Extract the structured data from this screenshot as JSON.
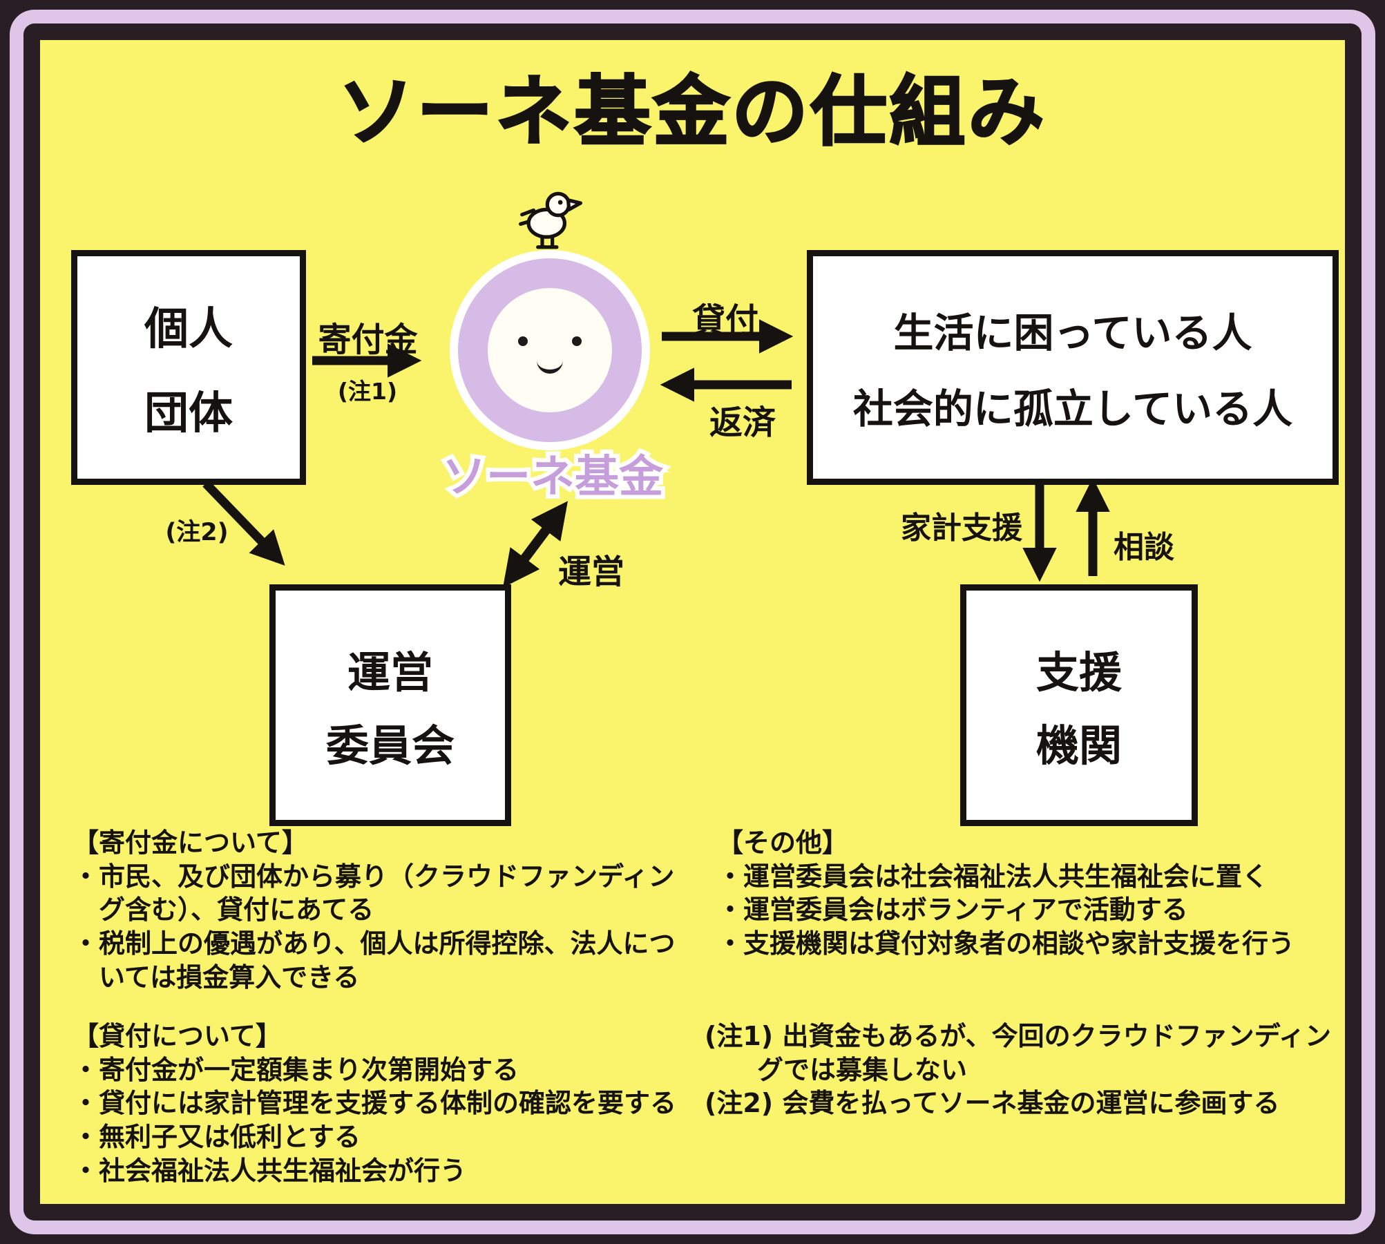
{
  "page": {
    "title": "ソーネ基金の仕組み"
  },
  "colors": {
    "background": "#F9F46C",
    "outer_frame": "#281E24",
    "inner_frame": "#DFC6E8",
    "mascot_ring": "#D7BBE7",
    "fund_label_purple": "#C79EDC",
    "box_background": "#FFFFFF",
    "line": "#15120F"
  },
  "nodes": {
    "donors": {
      "line1": "個人",
      "line2": "団体"
    },
    "fund": {
      "label": "ソーネ基金"
    },
    "borrowers": {
      "line1": "生活に困っている人",
      "line2": "社会的に孤立している人"
    },
    "committee": {
      "line1": "運営",
      "line2": "委員会"
    },
    "support": {
      "line1": "支援",
      "line2": "機関"
    }
  },
  "arrows": {
    "donation": {
      "label": "寄付金",
      "note": "(注1)"
    },
    "loan": {
      "label": "貸付"
    },
    "repayment": {
      "label": "返済"
    },
    "membership": {
      "note": "(注2)"
    },
    "operation": {
      "label": "運営"
    },
    "household_support": {
      "label": "家計支援"
    },
    "consultation": {
      "label": "相談"
    }
  },
  "notes": {
    "donation": "【寄付金について】\n・市民、及び団体から募り（クラウドファンディン\n　グ含む）、貸付にあてる\n・税制上の優遇があり、個人は所得控除、法人につ\n　いては損金算入できる",
    "loan": "【貸付について】\n・寄付金が一定額集まり次第開始する\n・貸付には家計管理を支援する体制の確認を要する\n・無利子又は低利とする\n・社会福祉法人共生福祉会が行う",
    "other": "【その他】\n・運営委員会は社会福祉法人共生福祉会に置く\n・運営委員会はボランティアで活動する\n・支援機関は貸付対象者の相談や家計支援を行う",
    "footnotes": "(注1) 出資金もあるが、今回のクラウドファンディン\n　　グでは募集しない\n(注2) 会費を払ってソーネ基金の運営に参画する"
  }
}
